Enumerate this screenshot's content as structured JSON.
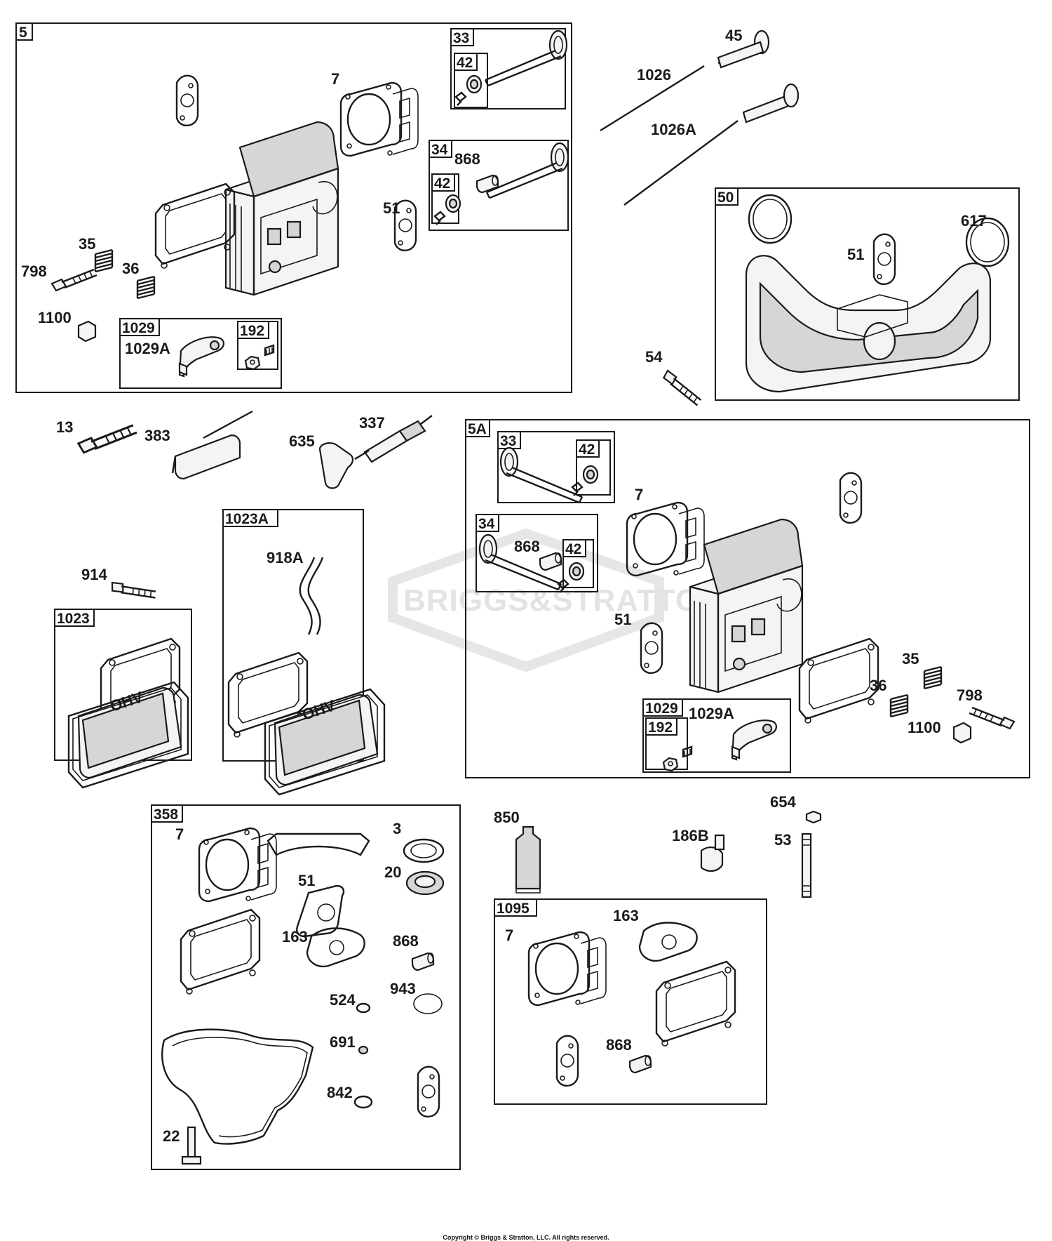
{
  "groups": {
    "g5": "5",
    "g33a": "33",
    "g42a": "42",
    "g34a": "34",
    "g42b": "42",
    "g1029a": "1029",
    "g192a": "192",
    "g50": "50",
    "g5A": "5A",
    "g33b": "33",
    "g42c": "42",
    "g34b": "34",
    "g42d": "42",
    "g1029b": "1029",
    "g192b": "192",
    "g1023A": "1023A",
    "g1023": "1023",
    "g358": "358",
    "g1095": "1095"
  },
  "parts": {
    "p7a": "7",
    "p868a": "868",
    "p51a": "51",
    "p35a": "35",
    "p798a": "798",
    "p36a": "36",
    "p1100a": "1100",
    "p1029Aa": "1029A",
    "p45": "45",
    "p1026": "1026",
    "p1026A": "1026A",
    "p617": "617",
    "p51b": "51",
    "p54": "54",
    "p13": "13",
    "p383": "383",
    "p635": "635",
    "p337": "337",
    "p918A": "918A",
    "p914": "914",
    "p7b": "7",
    "p868b": "868",
    "p51c": "51",
    "p35b": "35",
    "p36b": "36",
    "p798b": "798",
    "p1100b": "1100",
    "p1029Ab": "1029A",
    "p7c": "7",
    "p3": "3",
    "p20": "20",
    "p51d": "51",
    "p163a": "163",
    "p868c": "868",
    "p524": "524",
    "p943": "943",
    "p691": "691",
    "p842": "842",
    "p22": "22",
    "p850": "850",
    "p186B": "186B",
    "p654": "654",
    "p53": "53",
    "p7d": "7",
    "p163b": "163",
    "p868d": "868"
  },
  "cover_text": "OHV",
  "watermark": "BRIGGS&STRATTON",
  "copyright": "Copyright © Briggs & Stratton, LLC. All rights reserved."
}
